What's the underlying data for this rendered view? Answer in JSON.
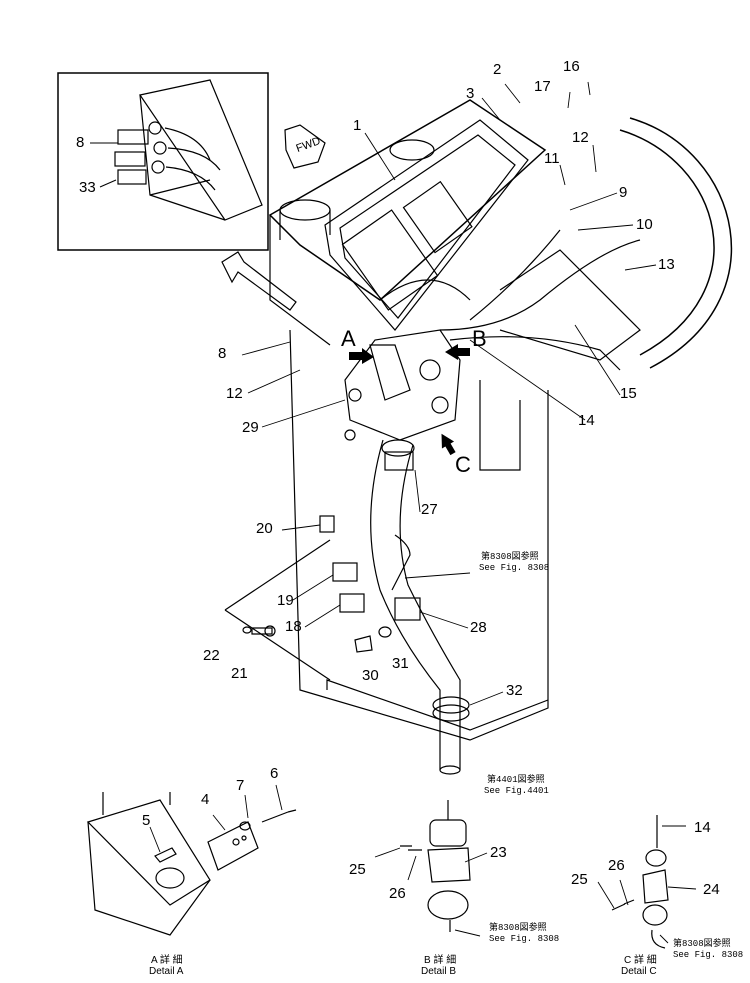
{
  "labels": {
    "n1": "1",
    "n2": "2",
    "n3": "3",
    "n4": "4",
    "n5": "5",
    "n6": "6",
    "n7": "7",
    "n8a": "8",
    "n8b": "8",
    "n9": "9",
    "n10": "10",
    "n11": "11",
    "n12a": "12",
    "n12b": "12",
    "n13": "13",
    "n14a": "14",
    "n14b": "14",
    "n15": "15",
    "n16": "16",
    "n17": "17",
    "n18": "18",
    "n19": "19",
    "n20": "20",
    "n21": "21",
    "n22": "22",
    "n23": "23",
    "n24": "24",
    "n25a": "25",
    "n25b": "25",
    "n26a": "26",
    "n26b": "26",
    "n27": "27",
    "n28": "28",
    "n29": "29",
    "n30": "30",
    "n31": "31",
    "n32": "32",
    "n33": "33"
  },
  "views": {
    "a": "A",
    "b": "B",
    "c": "C"
  },
  "fwd": "FWD",
  "references": {
    "ref_8308_main_jp": "第8308図参照",
    "ref_8308_main_en": "See Fig. 8308",
    "ref_4401_jp": "第4401図参照",
    "ref_4401_en": "See Fig.4401",
    "ref_8308_b_jp": "第8308図参照",
    "ref_8308_b_en": "See Fig. 8308",
    "ref_8308_c_jp": "第8308図参照",
    "ref_8308_c_en": "See Fig. 8308"
  },
  "details": {
    "a_jp": "A 詳 細",
    "a_en": "Detail A",
    "b_jp": "B 詳 細",
    "b_en": "Detail B",
    "c_jp": "C 詳 細",
    "c_en": "Detail C"
  }
}
